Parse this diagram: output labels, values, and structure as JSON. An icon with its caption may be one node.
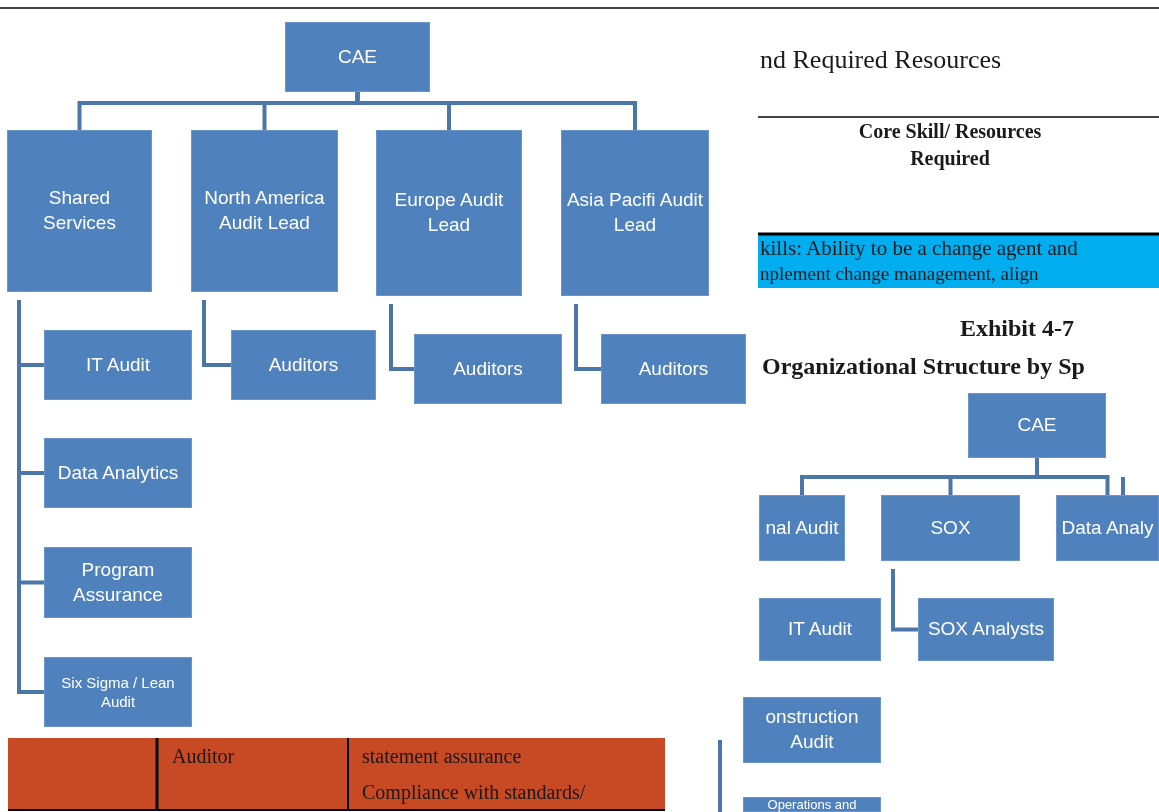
{
  "diagram": {
    "nodes": [
      {
        "text": [
          "CAE"
        ]
      },
      {
        "text": [
          "Shared Services"
        ]
      },
      {
        "text": [
          "North America Audit Lead"
        ]
      },
      {
        "text": [
          "Europe Audit Lead"
        ]
      },
      {
        "text": [
          "Asia Pacifi Audit Lead"
        ]
      },
      {
        "text": [
          "IT Audit"
        ]
      },
      {
        "text": [
          "Data Analytics"
        ]
      },
      {
        "text": [
          "Program Assurance"
        ]
      },
      {
        "text": [
          "Six Sigma / Lean Audit"
        ]
      },
      {
        "text": [
          "Auditors"
        ]
      },
      {
        "text": [
          "Auditors"
        ]
      },
      {
        "text": [
          "Auditors"
        ]
      },
      {
        "text": [
          "CAE"
        ]
      },
      {
        "text": [
          "nal Audit"
        ]
      },
      {
        "text": [
          "SOX"
        ]
      },
      {
        "text": [
          "Data Analy"
        ]
      },
      {
        "text": [
          "IT Audit"
        ]
      },
      {
        "text": [
          "SOX Analysts"
        ]
      },
      {
        "text": [
          "onstruction Audit"
        ]
      },
      {
        "text": [
          "Operations and"
        ]
      }
    ],
    "edges": [
      {
        "from": 0,
        "to": 1,
        "arrow": "none"
      },
      {
        "from": 0,
        "to": 2,
        "arrow": "none"
      },
      {
        "from": 0,
        "to": 3,
        "arrow": "none"
      },
      {
        "from": 0,
        "to": 4,
        "arrow": "none"
      },
      {
        "from": 1,
        "to": 5,
        "arrow": "none"
      },
      {
        "from": 1,
        "to": 6,
        "arrow": "none"
      },
      {
        "from": 1,
        "to": 7,
        "arrow": "none"
      },
      {
        "from": 1,
        "to": 8,
        "arrow": "none"
      },
      {
        "from": 2,
        "to": 9,
        "arrow": "none"
      },
      {
        "from": 3,
        "to": 10,
        "arrow": "none"
      },
      {
        "from": 4,
        "to": 11,
        "arrow": "none"
      },
      {
        "from": 12,
        "to": 13,
        "arrow": "none"
      },
      {
        "from": 12,
        "to": 14,
        "arrow": "none"
      },
      {
        "from": 12,
        "to": 15,
        "arrow": "none"
      },
      {
        "from": 14,
        "to": 17,
        "arrow": "none"
      }
    ],
    "labels": [
      "nd Required Resources",
      "Core Skill/ Resources Required",
      "kills: Ability to be a change agent and",
      "nplement change management, align",
      "Exhibit 4-7",
      "Organizational Structure by Sp",
      "Auditor",
      "statement assurance",
      "Compliance with standards/"
    ]
  }
}
